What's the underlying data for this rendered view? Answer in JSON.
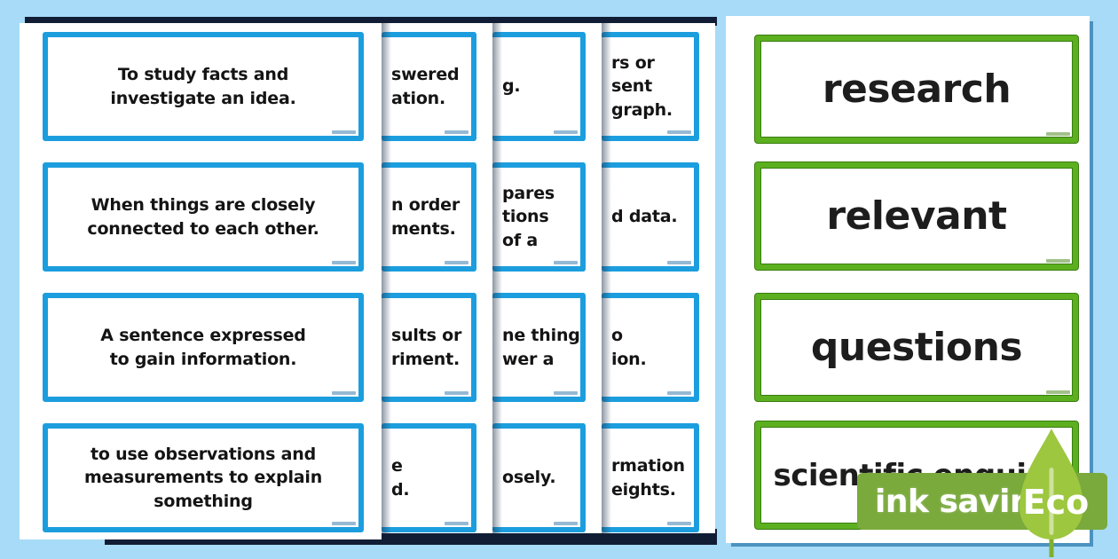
{
  "colors": {
    "background": "#a7dbf7",
    "definition_card_border": "#1c9ede",
    "word_card_border": "#5cb01f",
    "word_card_border_dark": "#3a7d10",
    "stack_shadow": "#111d35",
    "ribbon_green": "#7aa93c",
    "leaf_green": "#9dc73f",
    "page_edge_blue": "#4b92bf"
  },
  "definition_pages": {
    "front_page": {
      "cards": [
        {
          "text": "To study facts and\ninvestigate an idea."
        },
        {
          "text": "When things are closely\nconnected to each other."
        },
        {
          "text": "A sentence expressed\nto gain information."
        },
        {
          "text": "to use observations and\nmeasurements to explain\nsomething"
        }
      ]
    },
    "stacked_page_2": {
      "cards": [
        {
          "text": "swered\nation."
        },
        {
          "text": "n order\nments."
        },
        {
          "text": "sults or\nriment."
        },
        {
          "text": "e\nd."
        }
      ]
    },
    "stacked_page_3": {
      "cards": [
        {
          "text": "g."
        },
        {
          "text": "pares\ntions\nof a"
        },
        {
          "text": "ne thing\nwer a"
        },
        {
          "text": "osely."
        }
      ]
    },
    "stacked_page_4": {
      "cards": [
        {
          "text": "rs or\nsent\ngraph."
        },
        {
          "text": "d data."
        },
        {
          "text": "o\nion."
        },
        {
          "text": "rmation\neights."
        }
      ]
    }
  },
  "word_page": {
    "cards": [
      {
        "label": "research"
      },
      {
        "label": "relevant"
      },
      {
        "label": "questions"
      },
      {
        "label": "scientific enquiry"
      }
    ]
  },
  "eco_badge": {
    "ribbon_label": "ink saving",
    "leaf_label": "Eco"
  }
}
